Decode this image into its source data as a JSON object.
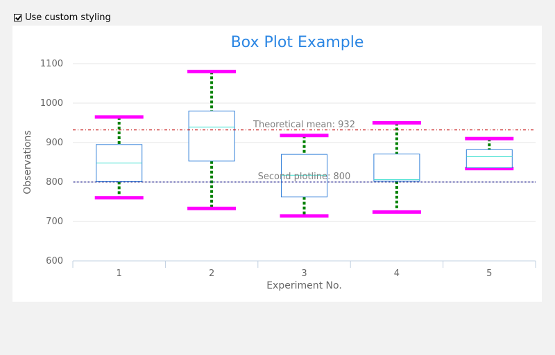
{
  "controls": {
    "custom_styling_label": "Use custom styling",
    "custom_styling_checked": true
  },
  "chart_data": {
    "type": "boxplot",
    "title": "Box Plot Example",
    "xlabel": "Experiment No.",
    "ylabel": "Observations",
    "categories": [
      "1",
      "2",
      "3",
      "4",
      "5"
    ],
    "ylim": [
      600,
      1100
    ],
    "yticks": [
      600,
      700,
      800,
      900,
      1000,
      1100
    ],
    "grid": true,
    "legend": "none",
    "boxes": [
      {
        "category": "1",
        "low": 760,
        "q1": 801,
        "median": 848,
        "q3": 895,
        "high": 965
      },
      {
        "category": "2",
        "low": 733,
        "q1": 853,
        "median": 939,
        "q3": 980,
        "high": 1080
      },
      {
        "category": "3",
        "low": 714,
        "q1": 762,
        "median": 817,
        "q3": 870,
        "high": 918
      },
      {
        "category": "4",
        "low": 724,
        "q1": 802,
        "median": 806,
        "q3": 871,
        "high": 950
      },
      {
        "category": "5",
        "low": 834,
        "q1": 836,
        "median": 864,
        "q3": 882,
        "high": 910
      }
    ],
    "plot_lines": [
      {
        "value": 932,
        "label": "Theoretical mean: 932",
        "color": "#c00000",
        "style": "dashdot"
      },
      {
        "value": 800,
        "label": "Second plotline: 800",
        "color": "#000080",
        "style": "dotted"
      }
    ],
    "colors": {
      "title": "#2b86e3",
      "box_stroke": "#2f7ed8",
      "median": "#3fe0d0",
      "whisker": "#008000",
      "whisker_cap": "#ff00ff",
      "grid": "#e6e6e6",
      "axis_text": "#666666"
    }
  }
}
